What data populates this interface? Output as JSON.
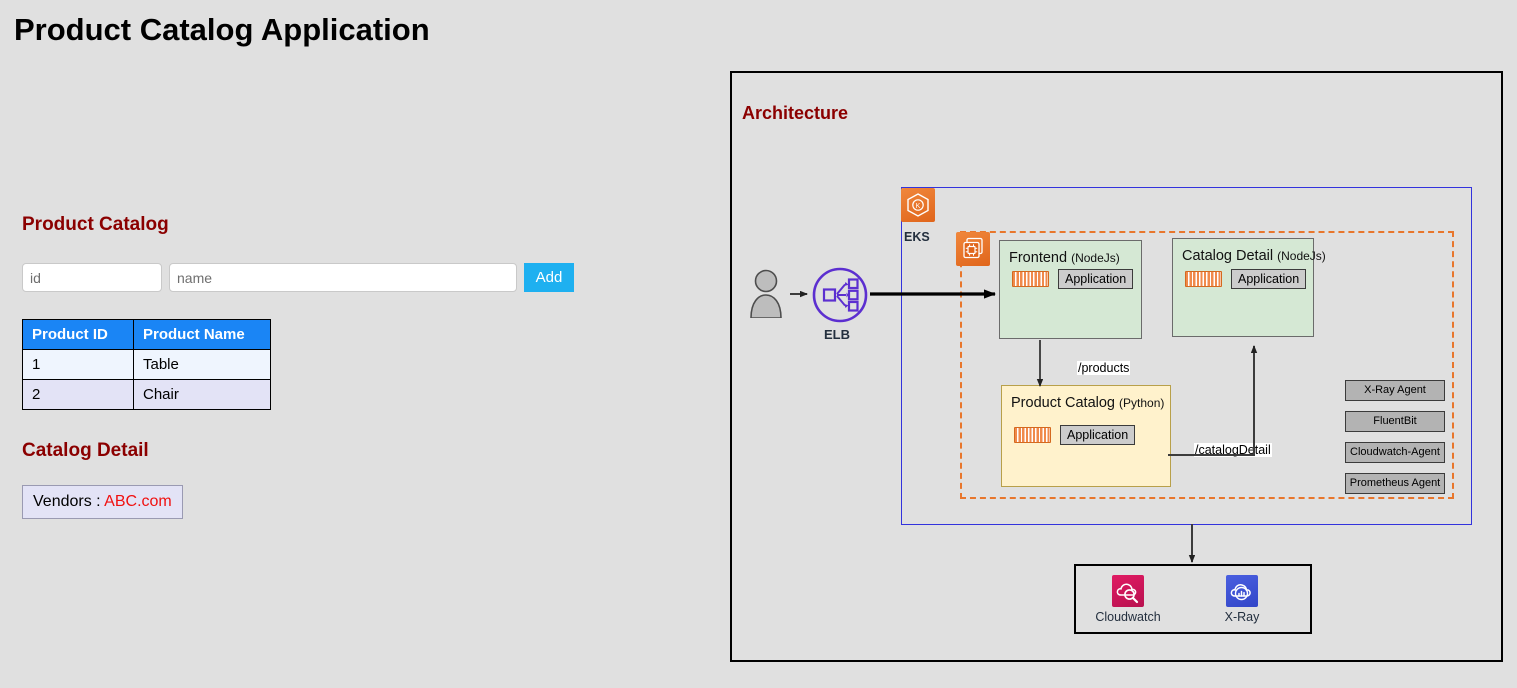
{
  "page": {
    "title": "Product Catalog Application",
    "background": "#e0e0e0"
  },
  "catalog": {
    "heading": "Product Catalog",
    "form": {
      "id_placeholder": "id",
      "id_value": "",
      "name_placeholder": "name",
      "name_value": "",
      "add_label": "Add",
      "add_color": "#1EB0F0"
    },
    "table": {
      "columns": [
        "Product ID",
        "Product Name"
      ],
      "header_color": "#1a85f5",
      "rows": [
        {
          "id": "1",
          "name": "Table"
        },
        {
          "id": "2",
          "name": "Chair"
        }
      ]
    }
  },
  "detail": {
    "heading": "Catalog Detail",
    "vendors_label": "Vendors :",
    "vendors_value": "ABC.com",
    "vendors_value_color": "#f01010"
  },
  "architecture": {
    "title": "Architecture",
    "title_color": "#8B0000",
    "actor_icon": "user-icon",
    "elb": {
      "icon": "elastic-load-balancer-icon",
      "label": "ELB",
      "color": "#5c2fd0"
    },
    "eks": {
      "icon": "eks-icon",
      "label": "EKS",
      "boundary_color": "#3333dd"
    },
    "namespace": {
      "icon": "pod-icon",
      "boundary_color": "#e8762c"
    },
    "services": [
      {
        "key": "frontend",
        "name": "Frontend",
        "language": "(NodeJs)",
        "fill": "#d5e8d4",
        "container_icon": "container-icon",
        "badge": "Application"
      },
      {
        "key": "catalog_detail",
        "name": "Catalog Detail",
        "language": "(NodeJs)",
        "fill": "#d5e8d4",
        "container_icon": "container-icon",
        "badge": "Application"
      },
      {
        "key": "product_catalog",
        "name": "Product Catalog",
        "language": "(Python)",
        "fill": "#fff2cc",
        "container_icon": "container-icon",
        "badge": "Application"
      }
    ],
    "edges": [
      {
        "key": "products",
        "label": "/products"
      },
      {
        "key": "catalog_detail",
        "label": "/catalogDetail"
      }
    ],
    "agents": [
      {
        "label": "X-Ray Agent"
      },
      {
        "label": "FluentBit"
      },
      {
        "label": "Cloudwatch-Agent"
      },
      {
        "label": "Prometheus Agent"
      }
    ],
    "monitoring": [
      {
        "key": "cloudwatch",
        "label": "Cloudwatch",
        "icon": "cloudwatch-icon",
        "color": "#e01b63"
      },
      {
        "key": "xray",
        "label": "X-Ray",
        "icon": "xray-icon",
        "color": "#4a5fe0"
      }
    ]
  }
}
